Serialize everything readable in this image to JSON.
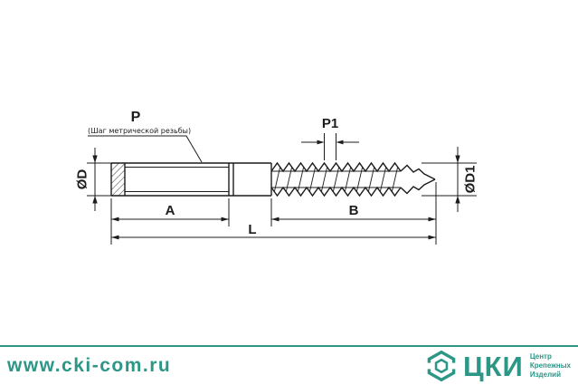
{
  "colors": {
    "accent": "#2C9687",
    "line": "#1C1C1C"
  },
  "diagram": {
    "labels": {
      "p": "P",
      "p_note": "(Шаг метрической резьбы)",
      "p1": "P1",
      "diameter_d": "ØD",
      "diameter_d1": "ØD1",
      "a": "A",
      "b": "B",
      "l": "L"
    }
  },
  "footer": {
    "website": "www.cki-com.ru",
    "logo": {
      "abbr": "ЦКИ",
      "tagline_lines": [
        "Центр",
        "Крепежных",
        "Изделий"
      ]
    }
  }
}
